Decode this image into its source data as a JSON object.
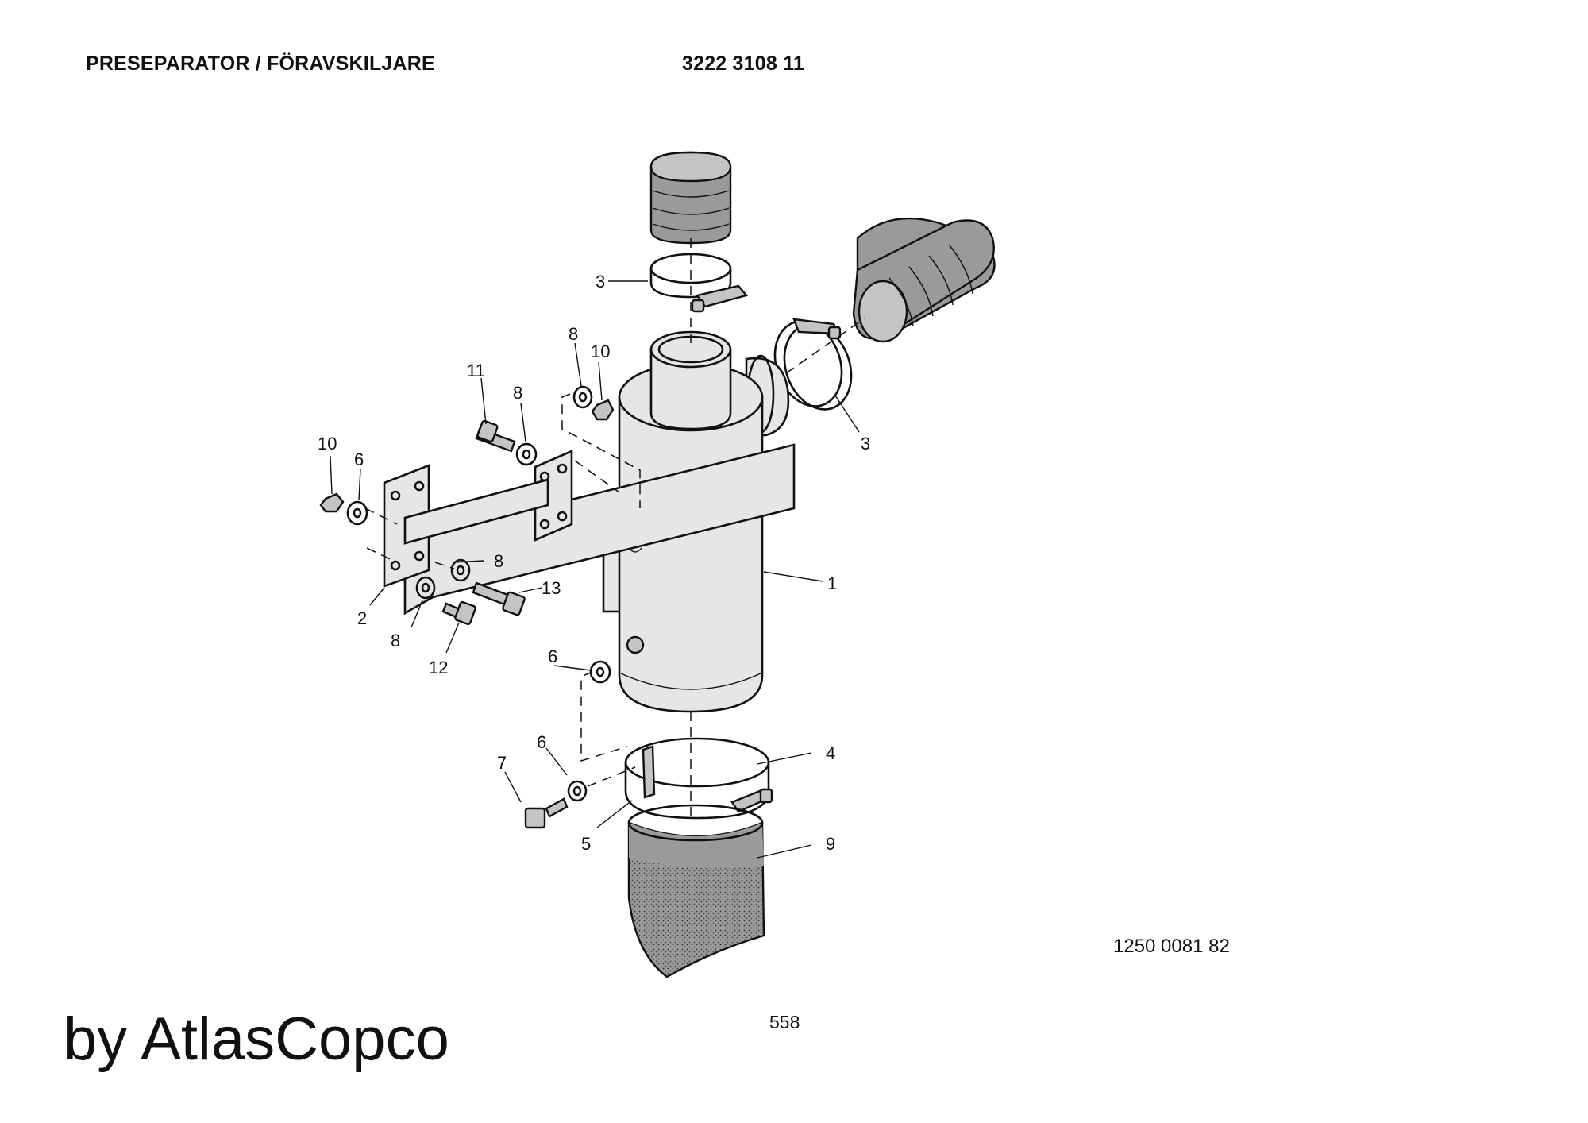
{
  "header": {
    "title": "PRESEPARATOR / FÖRAVSKILJARE",
    "part_number": "3222 3108 11"
  },
  "drawing_number": "1250 0081 82",
  "page_number": "558",
  "brand": "by AtlasCopco",
  "callouts": {
    "c1": "1",
    "c2": "2",
    "c3a": "3",
    "c3b": "3",
    "c4": "4",
    "c5": "5",
    "c6a": "6",
    "c6b": "6",
    "c6c": "6",
    "c7": "7",
    "c8a": "8",
    "c8b": "8",
    "c8c": "8",
    "c8d": "8",
    "c9": "9",
    "c10a": "10",
    "c10b": "10",
    "c11": "11",
    "c12": "12",
    "c13": "13"
  }
}
